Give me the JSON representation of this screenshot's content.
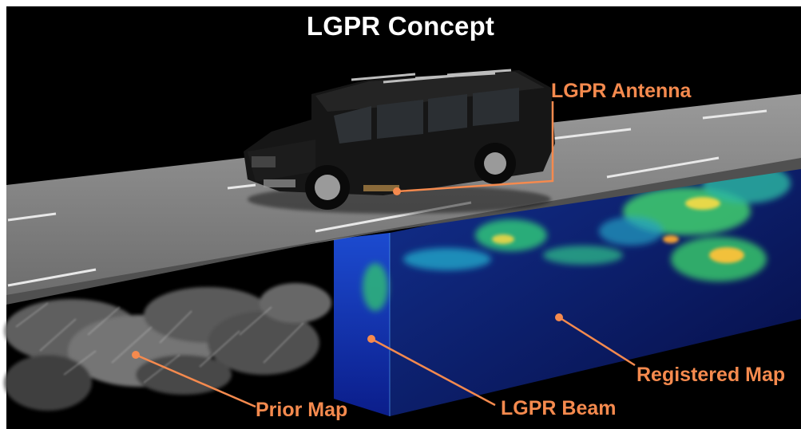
{
  "title": "LGPR Concept",
  "labels": {
    "antenna": "LGPR Antenna",
    "registered_map": "Registered Map",
    "beam": "LGPR Beam",
    "prior_map": "Prior Map"
  },
  "colors": {
    "background": "#000000",
    "callout": "#f58a4e",
    "title": "#ffffff",
    "road": "#8c8c8c",
    "vehicle": "#141414"
  },
  "illustration": {
    "vehicle": "black-suv",
    "surface": "road",
    "subsurface_registered": "colored-gpr-volume",
    "subsurface_prior": "grayscale-gpr-volume"
  }
}
